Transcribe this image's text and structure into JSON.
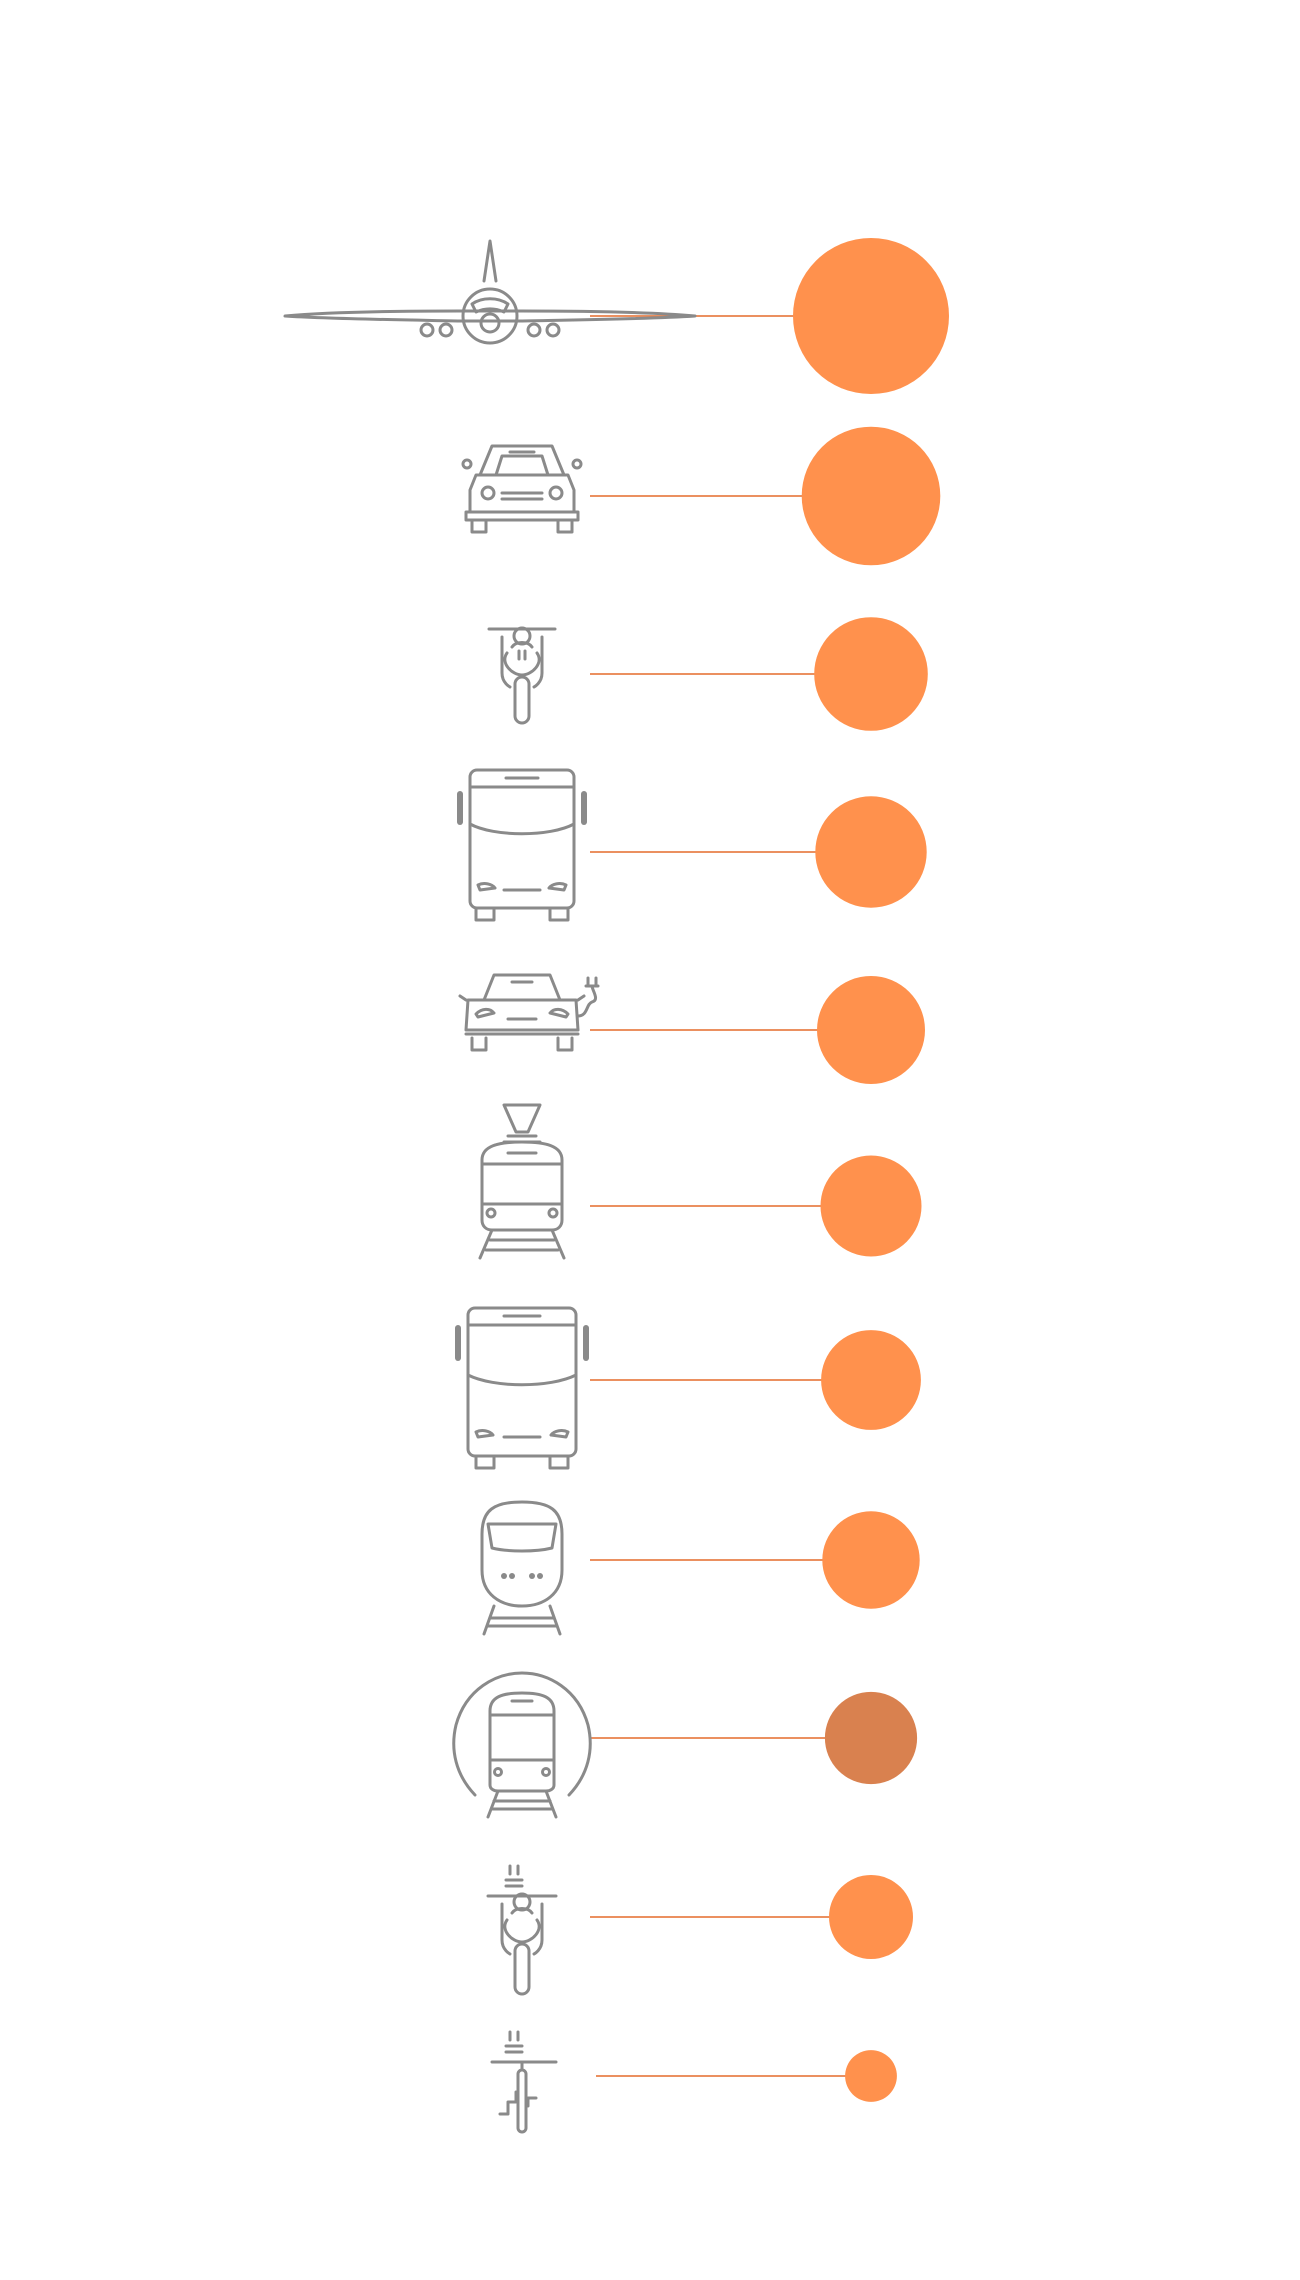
{
  "diagram": {
    "colors": {
      "bubble": "#ff914d",
      "bubble_highlight": "#d9814f",
      "connector": "#e8804a",
      "icon_stroke": "#8a8a8a"
    },
    "rows": [
      {
        "icon": "airplane-icon",
        "relative_value": 1.0,
        "highlight": false
      },
      {
        "icon": "car-icon",
        "relative_value": 0.79,
        "highlight": false
      },
      {
        "icon": "motorcycle-icon",
        "relative_value": 0.53,
        "highlight": false
      },
      {
        "icon": "bus-icon",
        "relative_value": 0.51,
        "highlight": false
      },
      {
        "icon": "electric-car-icon",
        "relative_value": 0.48,
        "highlight": false
      },
      {
        "icon": "tram-icon",
        "relative_value": 0.42,
        "highlight": false
      },
      {
        "icon": "coach-icon",
        "relative_value": 0.41,
        "highlight": false
      },
      {
        "icon": "train-icon",
        "relative_value": 0.39,
        "highlight": false
      },
      {
        "icon": "subway-icon",
        "relative_value": 0.35,
        "highlight": true
      },
      {
        "icon": "electric-scooter-icon",
        "relative_value": 0.29,
        "highlight": false
      },
      {
        "icon": "electric-bike-icon",
        "relative_value": 0.11,
        "highlight": false
      }
    ]
  }
}
